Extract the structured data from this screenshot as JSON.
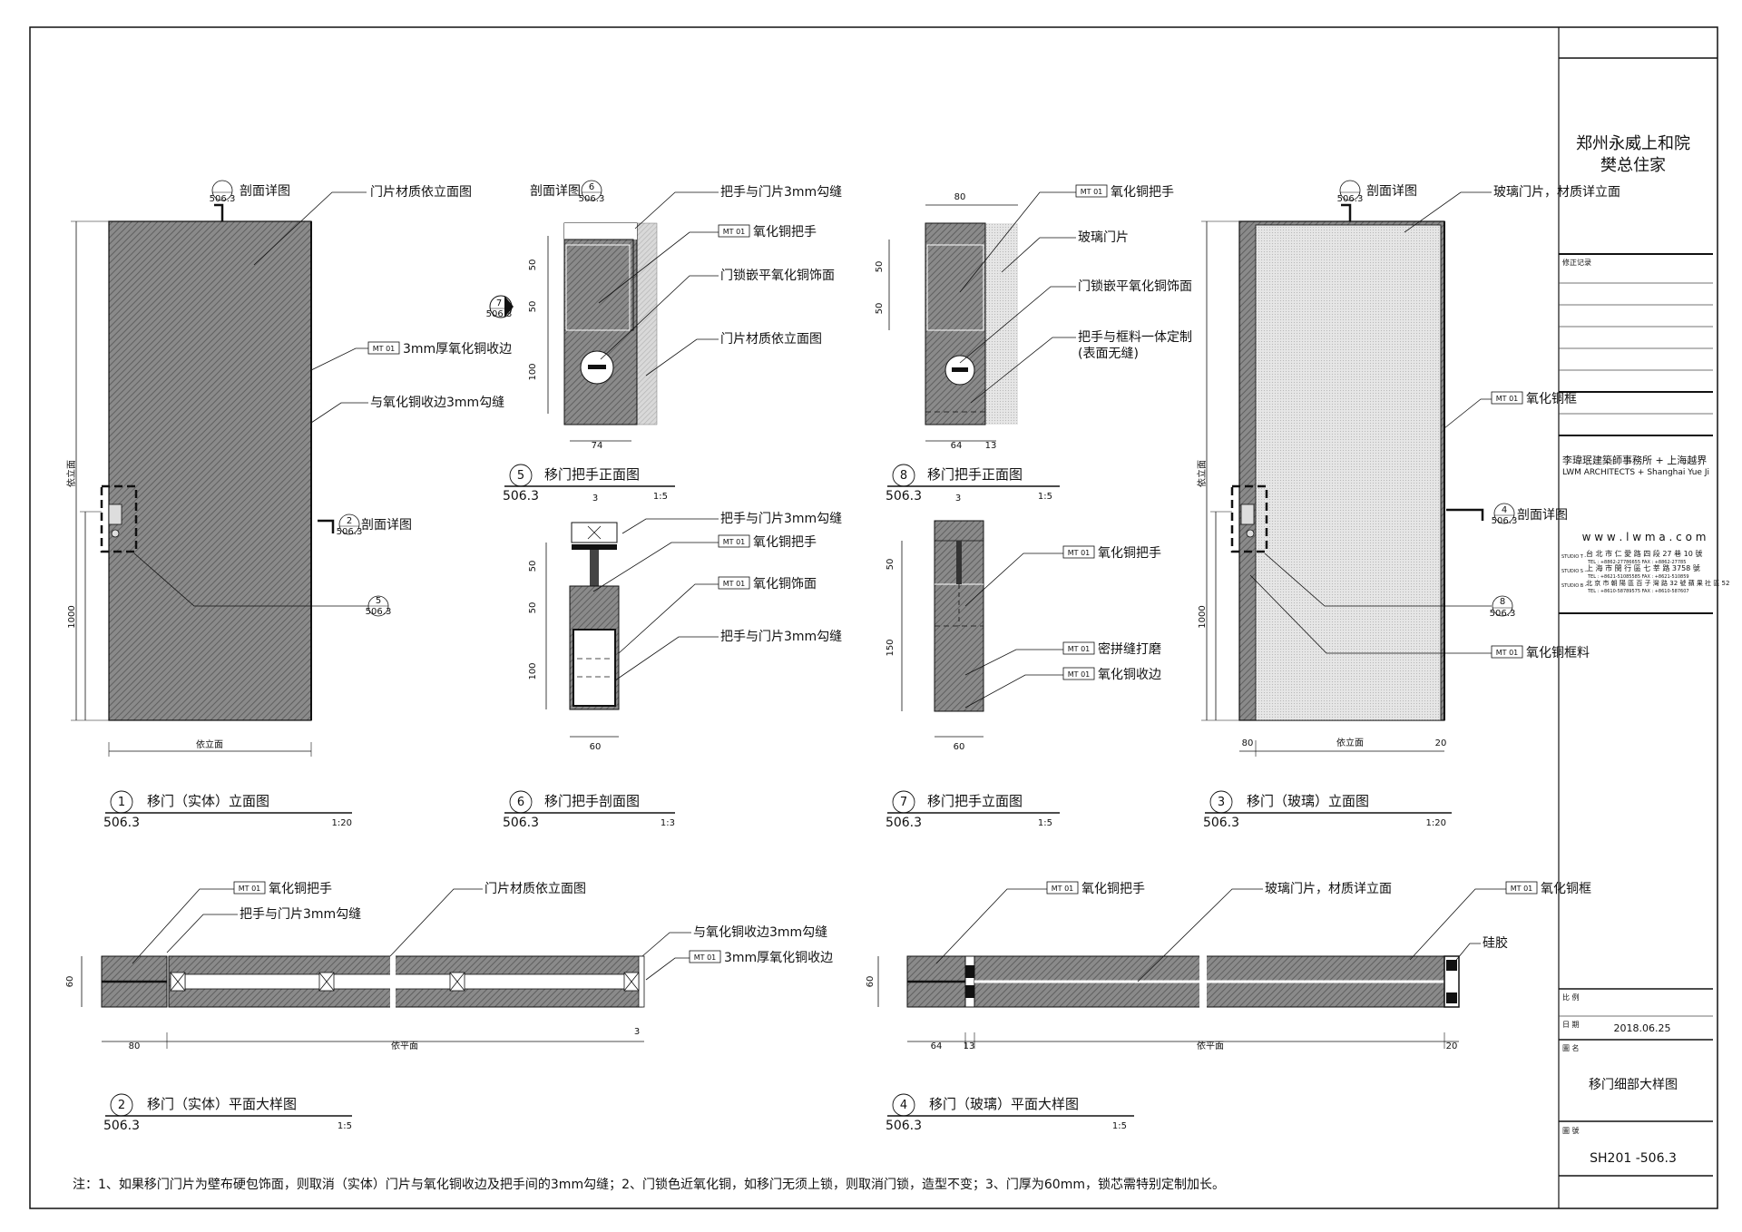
{
  "project": {
    "name_line1": "郑州永威上和院",
    "name_line2": "樊总住家"
  },
  "title_block": {
    "revision_label": "修正记录",
    "firm_cn": "李瑋珉建築師事務所 + 上海越界",
    "firm_en": "LWM ARCHITECTS + Shanghai Yue Ji",
    "website": "w w w . l w m a . c o m",
    "studios": [
      {
        "tag": "STUDIO T -",
        "addr": "台 北 市 仁 愛 路 四 段 27 巷 10 號",
        "tel": "TEL : +8862-27786655  FAX : +8862-27785"
      },
      {
        "tag": "STUDIO S -",
        "addr": "上 海 市 閔 行 區 七 莘 路 3758 號",
        "tel": "TEL : +8621-51085585  FAX : +8621-510859"
      },
      {
        "tag": "STUDIO B -",
        "addr": "北 京 市 朝 陽 區 百 子 灣 路 32 號 蘋 果 社 區 52",
        "tel": "TEL : +8610-58789575  FAX : +8610-587607"
      }
    ],
    "scale_label": "比 例",
    "date_label": "日 期",
    "date": "2018.06.25",
    "drawing_name_label": "圖 名",
    "drawing_name": "移门细部大样图",
    "drawing_no_label": "圖 號",
    "drawing_no": "SH201 -506.3"
  },
  "tag_mt": "MT 01",
  "ref_sheet": "506.3",
  "labels": {
    "section_detail": "剖面详图",
    "door_per_elev": "门片材质依立面图",
    "mt_3mm_trim": "3mm厚氧化铜收边",
    "gap_with_trim": "与氧化铜收边3mm勾缝",
    "handle_gap": "把手与门片3mm勾缝",
    "copper_handle": "氧化铜把手",
    "lock_flush": "门锁嵌平氧化铜饰面",
    "glass_door": "玻璃门片",
    "handle_frame_1": "把手与框料一体定制",
    "handle_frame_2": "(表面无缝)",
    "copper_face": "氧化铜饰面",
    "tight_seam": "密拼缝打磨",
    "copper_trim": "氧化铜收边",
    "glass_door_elev": "玻璃门片，材质详立面",
    "copper_frame": "氧化铜框",
    "copper_frame_mat": "氧化铜框料",
    "silicone": "硅胶",
    "per_elev": "依立面",
    "per_plan": "依平面"
  },
  "views": [
    {
      "num": "1",
      "title": "移门（实体）立面图",
      "scale": "1:20"
    },
    {
      "num": "5",
      "title": "移门把手正面图",
      "scale": "1:5"
    },
    {
      "num": "8",
      "title": "移门把手正面图",
      "scale": "1:5"
    },
    {
      "num": "6",
      "title": "移门把手剖面图",
      "scale": "1:3"
    },
    {
      "num": "7",
      "title": "移门把手立面图",
      "scale": "1:5"
    },
    {
      "num": "3",
      "title": "移门（玻璃）立面图",
      "scale": "1:20"
    },
    {
      "num": "2",
      "title": "移门（实体）平面大样图",
      "scale": "1:5"
    },
    {
      "num": "4",
      "title": "移门（玻璃）平面大样图",
      "scale": "1:5"
    }
  ],
  "dims": {
    "d1000": "1000",
    "d80": "80",
    "d74": "74",
    "d64": "64",
    "d60": "60",
    "d50": "50",
    "d100": "100",
    "d150": "150",
    "d3": "3",
    "d13": "13",
    "d20": "20",
    "d6": "6",
    "d4": "4",
    "d7": "7",
    "d2": "2"
  },
  "note": "注：1、如果移门门片为壁布硬包饰面，则取消（实体）门片与氧化铜收边及把手间的3mm勾缝；2、门锁色近氧化铜，如移门无须上锁，则取消门锁，造型不变；3、门厚为60mm，锁芯需特别定制加长。"
}
